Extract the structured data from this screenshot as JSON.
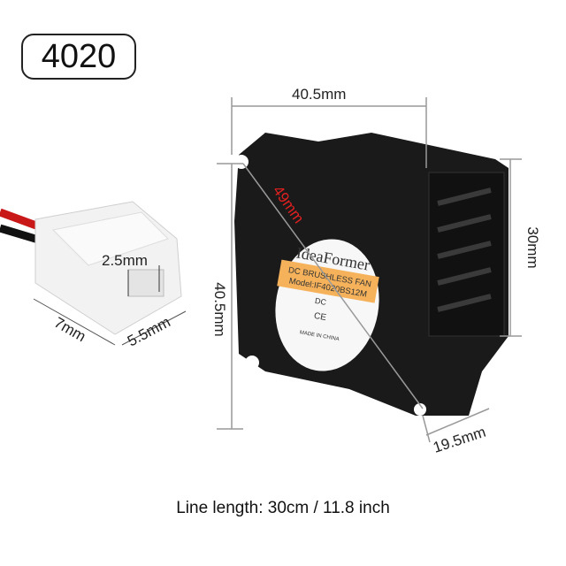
{
  "model_badge": "4020",
  "caption": "Line length: 30cm / 11.8 inch",
  "dimensions": {
    "width": "40.5mm",
    "height": "40.5mm",
    "depth": "30mm",
    "diagonal": "49mm",
    "outlet": "19.5mm",
    "connector_pitch": "2.5mm",
    "connector_length": "7mm",
    "connector_width": "5.5mm"
  },
  "fan_label": {
    "brand": "IdeaFormer",
    "type": "DC BRUSHLESS FAN",
    "model": "Model:IF4020BS12M",
    "voltage": "DC",
    "cert": "CE",
    "origin": "MADE IN CHINA"
  },
  "colors": {
    "fan_body": "#1a1a1a",
    "label_band": "#f6b25a",
    "connector": "#f2f2f2",
    "diagonal": "#e02020"
  }
}
